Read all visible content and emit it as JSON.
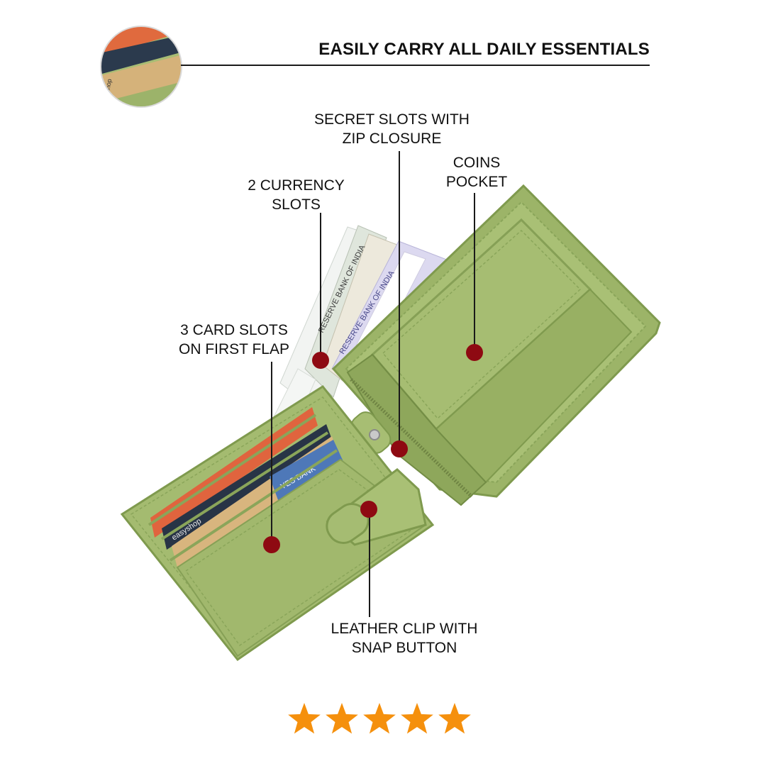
{
  "header": {
    "title": "EASILY CARRY ALL DAILY ESSENTIALS"
  },
  "callouts": [
    {
      "id": "secret-slots",
      "line1": "SECRET SLOTS WITH",
      "line2": "ZIP CLOSURE"
    },
    {
      "id": "coins-pocket",
      "line1": "COINS",
      "line2": "POCKET"
    },
    {
      "id": "currency-slots",
      "line1": "2 CURRENCY",
      "line2": "SLOTS"
    },
    {
      "id": "card-slots",
      "line1": "3 CARD SLOTS",
      "line2": "ON FIRST FLAP"
    },
    {
      "id": "leather-clip",
      "line1": "LEATHER CLIP WITH",
      "line2": "SNAP BUTTON"
    }
  ],
  "product": {
    "brand_card_text": "easyshop",
    "bank_card_text": "YES BANK",
    "note_text": "RESERVE BANK OF INDIA"
  },
  "rating": {
    "stars": 5,
    "max": 5
  },
  "colors": {
    "leather": "#9fb76a",
    "leather_dark": "#7f9a4e",
    "leather_light": "#b4c984",
    "marker": "#8e0a12",
    "star": "#f5900d",
    "line": "#1a1a1a"
  }
}
